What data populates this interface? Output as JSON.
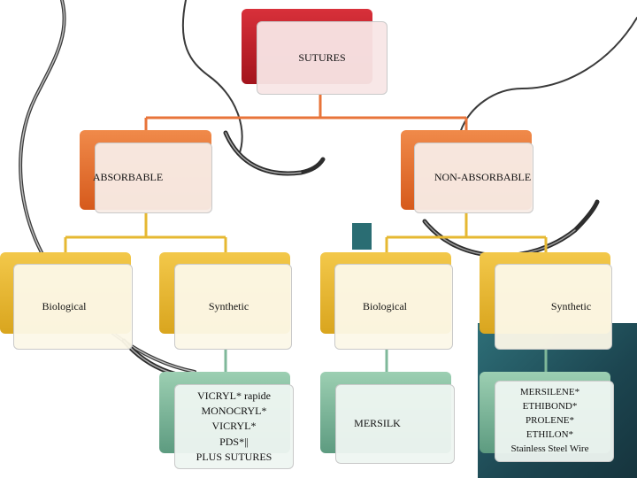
{
  "root": {
    "label": "SUTURES"
  },
  "level1": [
    {
      "label": "ABSORBABLE"
    },
    {
      "label": "NON-ABSORBABLE"
    }
  ],
  "level2": [
    {
      "label": "Biological"
    },
    {
      "label": "Synthetic"
    },
    {
      "label": "Biological"
    },
    {
      "label": "Synthetic"
    }
  ],
  "level3": [
    {
      "label": "VICRYL* rapide\nMONOCRYL*\nVICRYL*\nPDS*||\nPLUS SUTURES"
    },
    {
      "label": "MERSILK"
    },
    {
      "label": "MERSILENE*\nETHIBOND*\nPROLENE*\nETHILON*\nStainless Steel Wire"
    }
  ],
  "colors": {
    "root": "#c81e2a",
    "level1": "#e8743a",
    "level2": "#e6b832",
    "level3": "#7fb89a",
    "connector_top": "#e8743a",
    "connector_mid": "#e6b832",
    "connector_low": "#7fb89a"
  }
}
